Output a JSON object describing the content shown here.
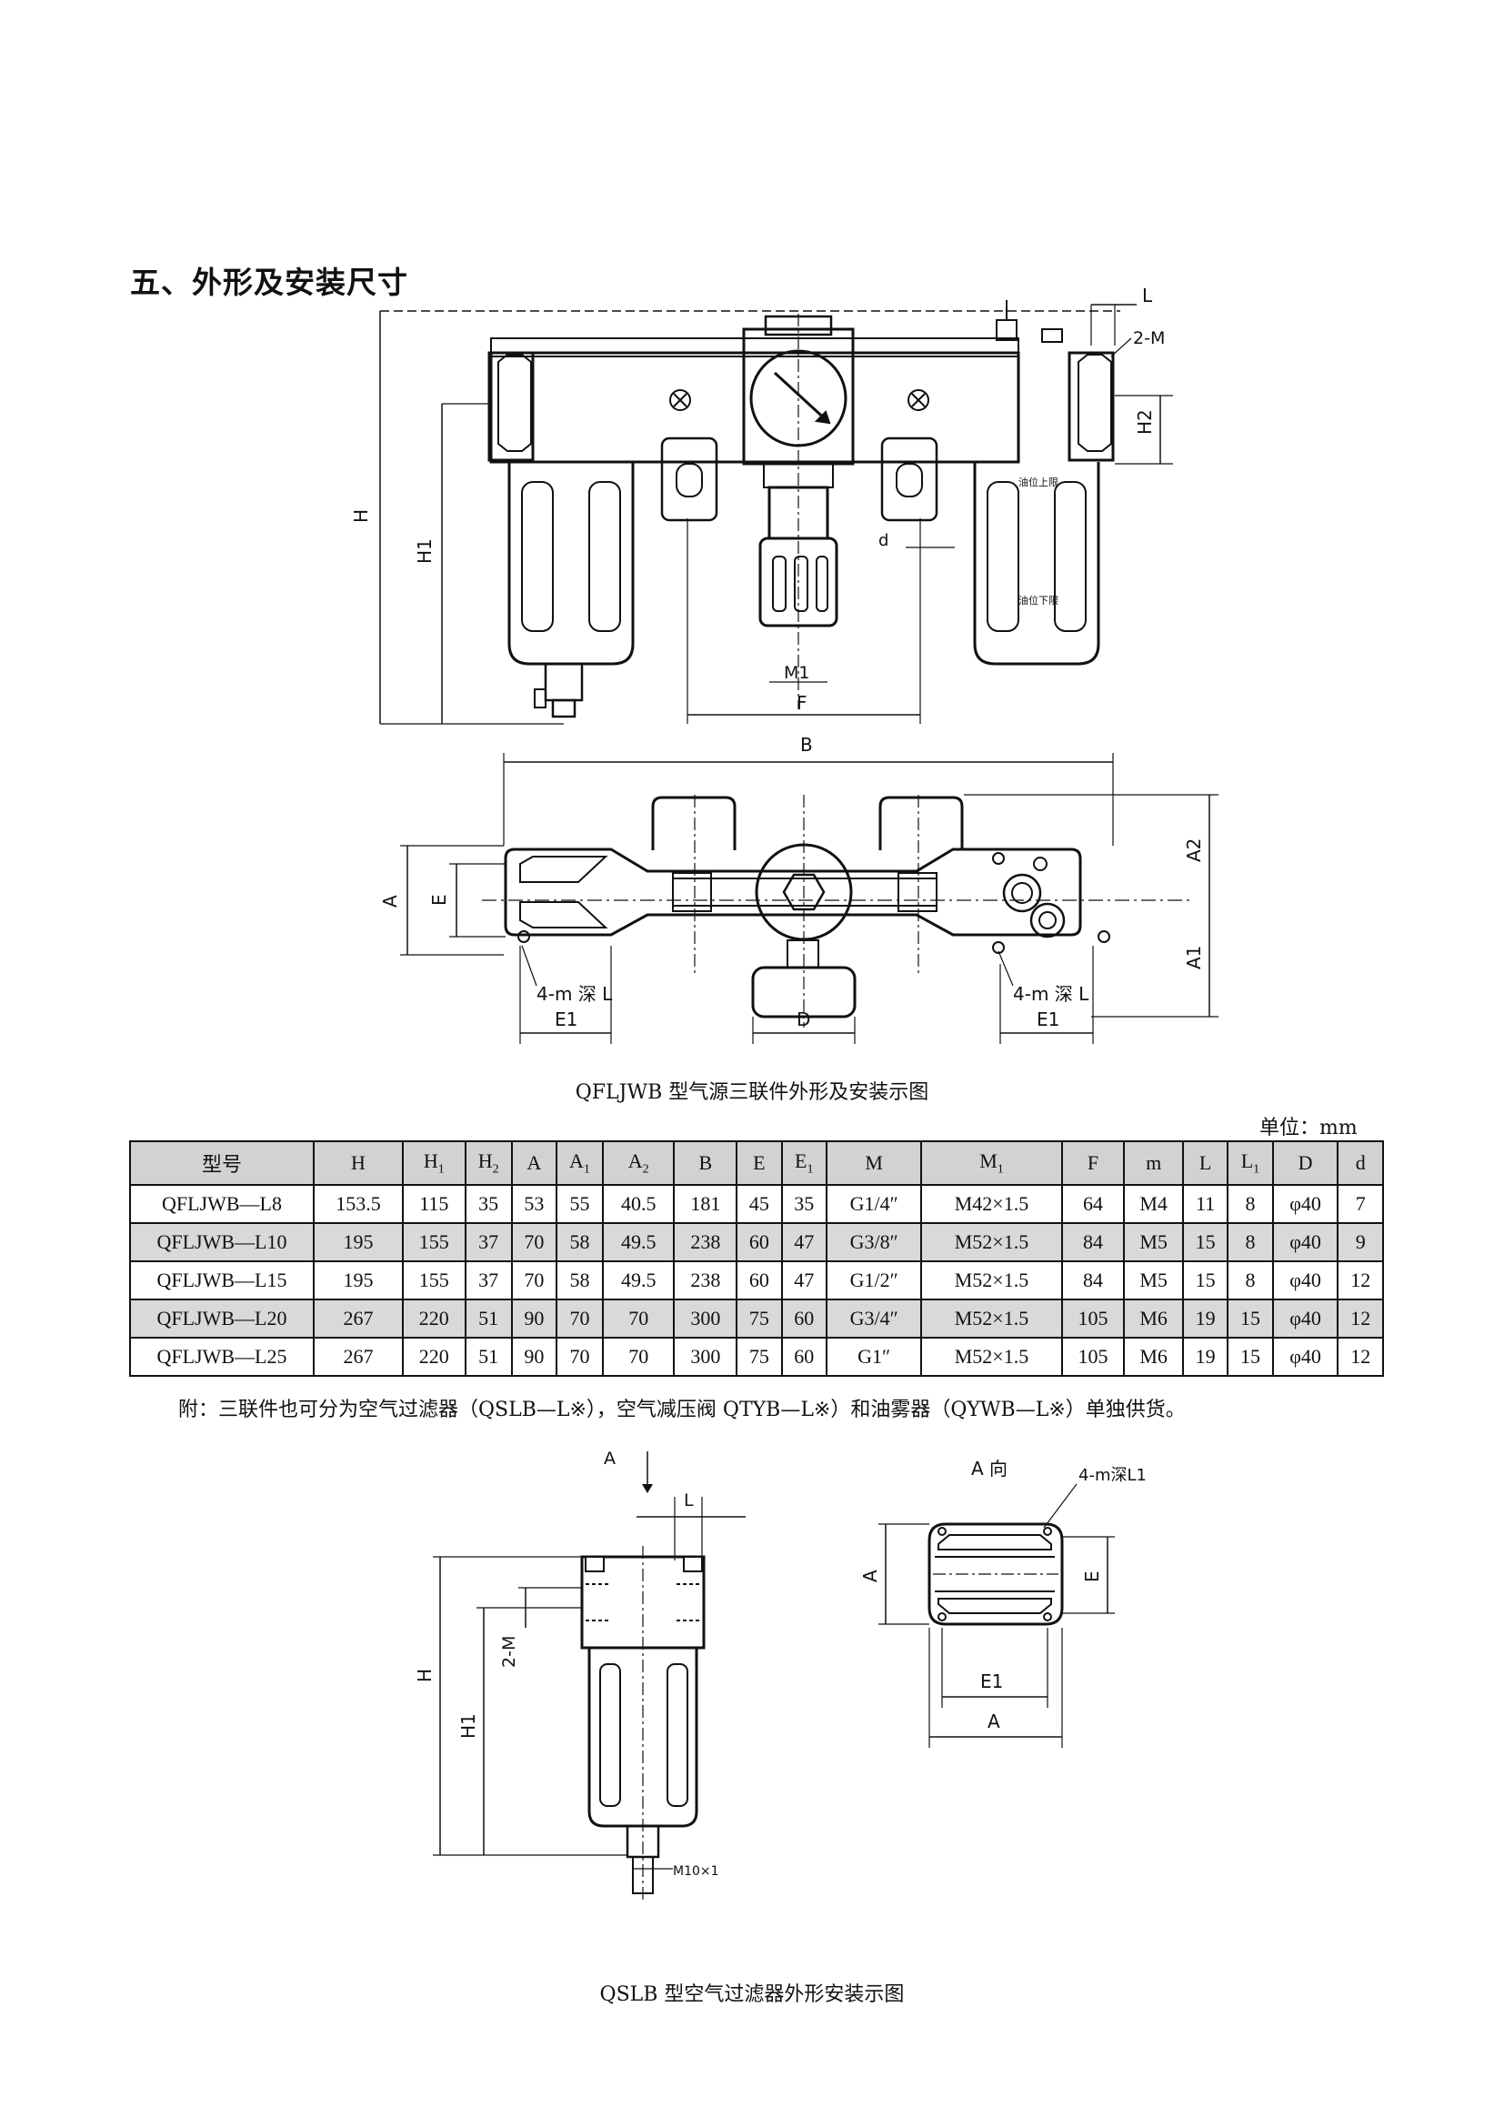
{
  "section_title": "五、外形及安装尺寸",
  "figure1": {
    "caption": "QFLJWB 型气源三联件外形及安装示图",
    "front_labels": {
      "H": "H",
      "H1": "H1",
      "H2": "H2",
      "L": "L",
      "two_m": "2-M",
      "d": "d",
      "M1": "M1",
      "F": "F",
      "oil_upper": "油位上限",
      "oil_lower": "油位下限"
    },
    "top_labels": {
      "B": "B",
      "A": "A",
      "E": "E",
      "A2": "A2",
      "A1": "A1",
      "tap_left": "4-m 深 L",
      "tap_right": "4-m 深 L",
      "E1_left": "E1",
      "E1_right": "E1",
      "D": "D"
    }
  },
  "table": {
    "unit": "单位：mm",
    "headers": [
      "型号",
      "H",
      "H1",
      "H2",
      "A",
      "A1",
      "A2",
      "B",
      "E",
      "E1",
      "M",
      "M1",
      "F",
      "m",
      "L",
      "L1",
      "D",
      "d"
    ],
    "rows": [
      [
        "QFLJWB—L8",
        "153.5",
        "115",
        "35",
        "53",
        "55",
        "40.5",
        "181",
        "45",
        "35",
        "G1/4″",
        "M42×1.5",
        "64",
        "M4",
        "11",
        "8",
        "φ40",
        "7"
      ],
      [
        "QFLJWB—L10",
        "195",
        "155",
        "37",
        "70",
        "58",
        "49.5",
        "238",
        "60",
        "47",
        "G3/8″",
        "M52×1.5",
        "84",
        "M5",
        "15",
        "8",
        "φ40",
        "9"
      ],
      [
        "QFLJWB—L15",
        "195",
        "155",
        "37",
        "70",
        "58",
        "49.5",
        "238",
        "60",
        "47",
        "G1/2″",
        "M52×1.5",
        "84",
        "M5",
        "15",
        "8",
        "φ40",
        "12"
      ],
      [
        "QFLJWB—L20",
        "267",
        "220",
        "51",
        "90",
        "70",
        "70",
        "300",
        "75",
        "60",
        "G3/4″",
        "M52×1.5",
        "105",
        "M6",
        "19",
        "15",
        "φ40",
        "12"
      ],
      [
        "QFLJWB—L25",
        "267",
        "220",
        "51",
        "90",
        "70",
        "70",
        "300",
        "75",
        "60",
        "G1″",
        "M52×1.5",
        "105",
        "M6",
        "19",
        "15",
        "φ40",
        "12"
      ]
    ],
    "note": "附：三联件也可分为空气过滤器（QSLB—L※），空气减压阀 QTYB—L※）和油雾器（QYWB—L※）单独供货。"
  },
  "figure2": {
    "caption": "QSLB 型空气过滤器外形安装示图",
    "side_labels": {
      "A_arrow": "A",
      "L": "L",
      "H": "H",
      "H1": "H1",
      "two_m": "2-M",
      "thread": "M10×1"
    },
    "view_labels": {
      "title": "A 向",
      "tap": "4-m深L1",
      "A_vert": "A",
      "E": "E",
      "E1": "E1",
      "A_horiz": "A"
    }
  }
}
